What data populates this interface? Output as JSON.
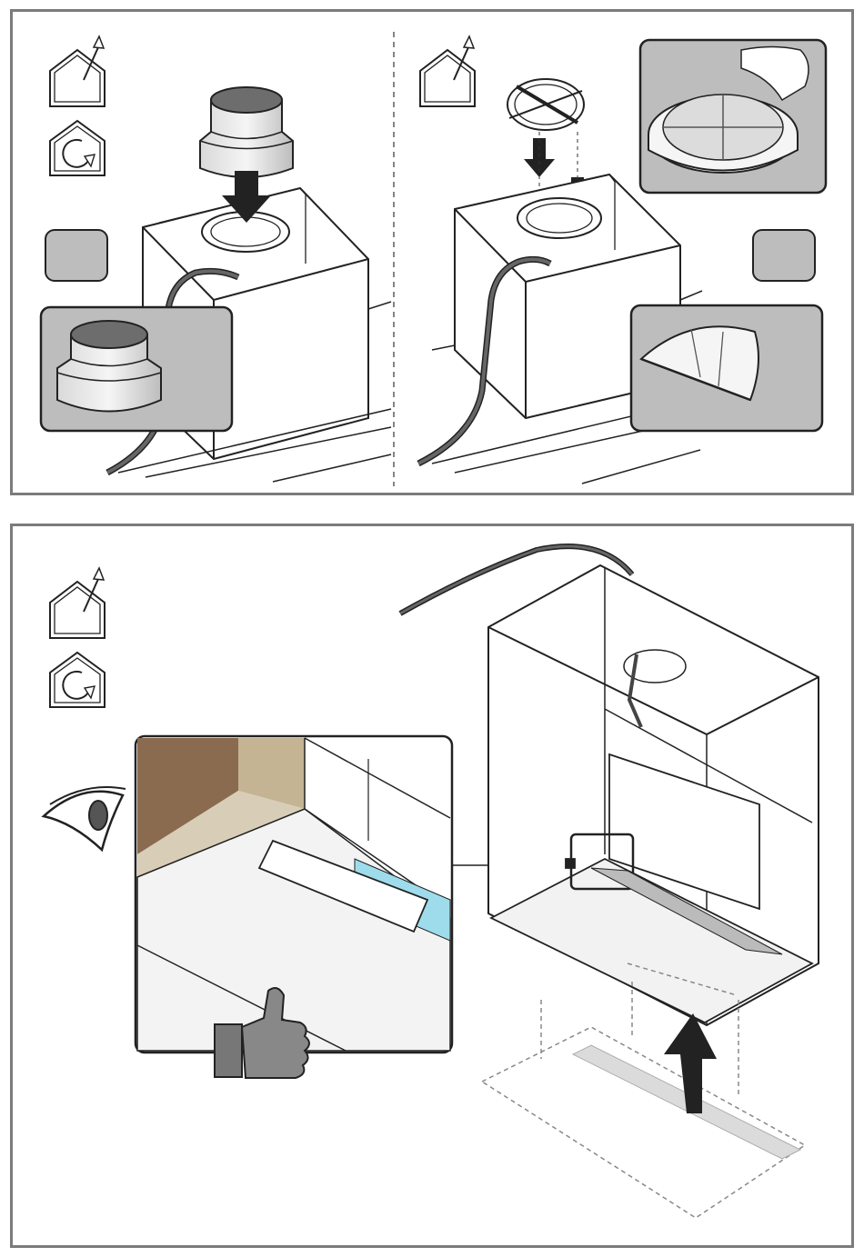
{
  "document": {
    "type": "installation-instructions",
    "pages_visible": 1
  },
  "steps": [
    {
      "id": "step-ducting-adapter",
      "icons": [
        "extraction-mode-icon",
        "recirculation-mode-icon"
      ],
      "callout": "gray-blank-marker"
    },
    {
      "id": "step-damper-valve",
      "icons": [
        "extraction-mode-icon"
      ],
      "callout": "gray-blank-marker"
    },
    {
      "id": "step-mount-hood",
      "icons": [
        "extraction-mode-icon",
        "recirculation-mode-icon",
        "inspect-eye-icon",
        "thumbs-up-icon"
      ]
    }
  ],
  "colors": {
    "frame": "#7b7b7b",
    "callout_gray": "#bdbdbd",
    "cable": "#555555",
    "wall_brown": "#8b6b4f",
    "wall_tan": "#c4b494",
    "guide_blue": "#9edcec"
  }
}
